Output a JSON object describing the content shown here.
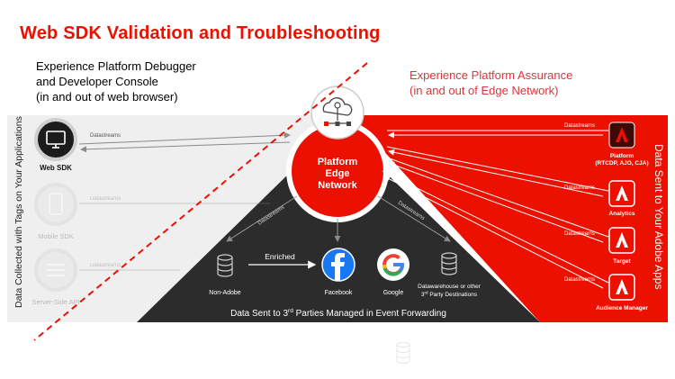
{
  "title": "Web SDK Validation and Troubleshooting",
  "debugger": {
    "line1": "Experience Platform Debugger",
    "line2": "and Developer Console",
    "line3": "(in and out of web browser)"
  },
  "assurance": {
    "line1": "Experience Platform Assurance",
    "line2": "(in and out of Edge Network)"
  },
  "left_axis_label": "Data Collected with Tags on Your Applications",
  "right_axis_label": "Data Sent to Your Adobe Apps",
  "bottom_label": {
    "prefix": "Data Sent to 3",
    "sup": "rd",
    "suffix": " Parties Managed in Event Forwarding"
  },
  "edge": {
    "line1": "Platform",
    "line2": "Edge",
    "line3": "Network"
  },
  "sources": [
    {
      "label": "Web SDK",
      "icon": "monitor-icon"
    },
    {
      "label": "Mobile SDK",
      "icon": "mobile-icon"
    },
    {
      "label": "Server-Side API",
      "icon": "server-list-icon"
    }
  ],
  "source_links": [
    "Datastreams",
    "Datastreams",
    "Datastreams"
  ],
  "adobe_apps": [
    {
      "label": "Platform",
      "sublabel": "(RTCDP, AJO, CJA)",
      "link": "Datastreams"
    },
    {
      "label": "Analytics",
      "sublabel": "",
      "link": "Datastreams"
    },
    {
      "label": "Target",
      "sublabel": "",
      "link": "Datastreams"
    },
    {
      "label": "Audience Manager",
      "sublabel": "",
      "link": "Datastreams"
    }
  ],
  "edge_down_links": [
    "Datastreams",
    "Datastreams"
  ],
  "destinations": {
    "non_adobe": "Non-Adobe",
    "enriched": "Enriched",
    "facebook": "Facebook",
    "google": "Google",
    "warehouse_line1": "Datawarehouse or other",
    "warehouse_line2_pre": "3",
    "warehouse_line2_sup": "rd",
    "warehouse_line2_post": " Party Destinations"
  },
  "colors": {
    "adobe_red": "#eb1000",
    "dark": "#2c2c2c",
    "light_gray": "#efefef",
    "facebook_blue": "#1877f2"
  }
}
